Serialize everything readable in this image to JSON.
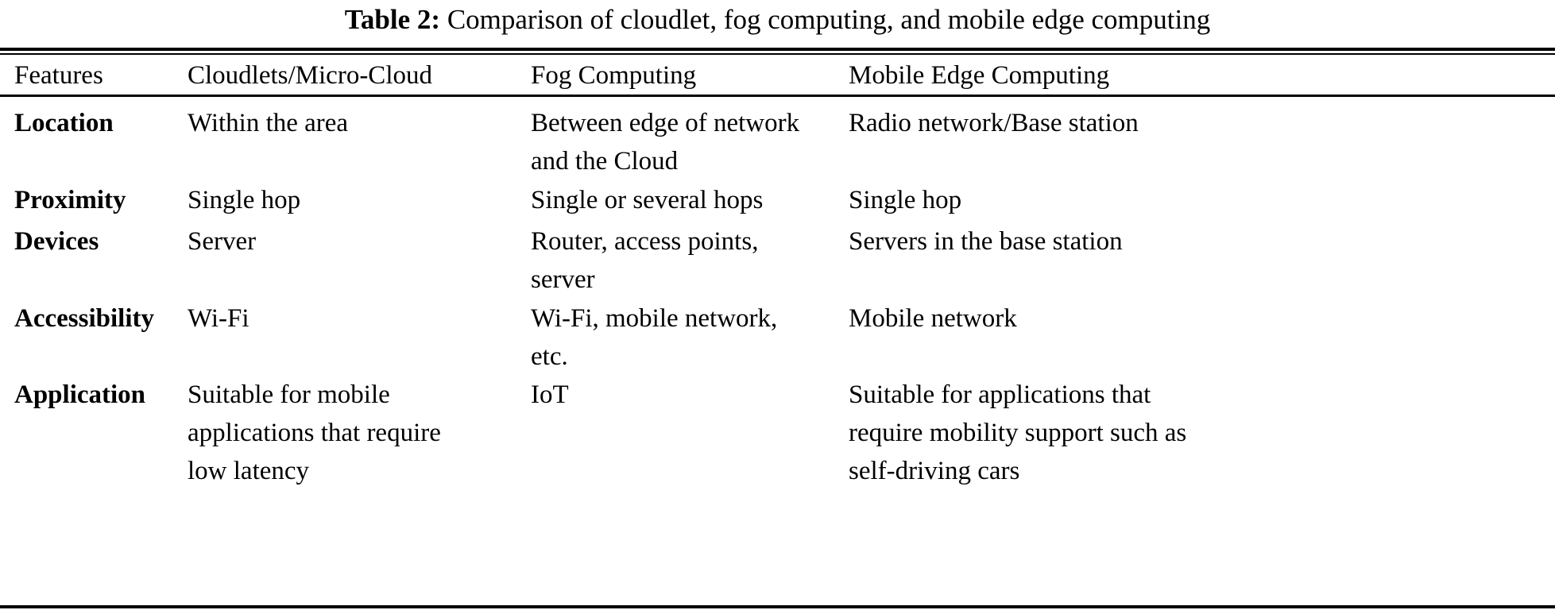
{
  "caption": {
    "label": "Table 2:",
    "text": "Comparison of cloudlet, fog computing, and mobile edge computing"
  },
  "table": {
    "headers": [
      "Features",
      "Cloudlets/Micro-Cloud",
      "Fog Computing",
      "Mobile Edge Computing"
    ],
    "rows": [
      {
        "feature": "Location",
        "cloudlet": "Within the area",
        "fog": "Between edge of network\nand the Cloud",
        "mec": "Radio network/Base station"
      },
      {
        "feature": "Proximity",
        "cloudlet": "Single hop",
        "fog": "Single or several hops",
        "mec": "Single hop"
      },
      {
        "feature": "Devices",
        "cloudlet": "Server",
        "fog": "Router, access points,\nserver",
        "mec": "Servers in the base station"
      },
      {
        "feature": "Accessibility",
        "cloudlet": "Wi-Fi",
        "fog": "Wi-Fi, mobile network,\netc.",
        "mec": "Mobile network"
      },
      {
        "feature": "Application",
        "cloudlet": "Suitable for mobile\napplications that require\nlow latency",
        "fog": "IoT",
        "mec": "Suitable for applications that\nrequire mobility support such as\nself-driving cars"
      }
    ]
  },
  "colors": {
    "text": "#000000",
    "background": "#ffffff",
    "rule": "#000000"
  }
}
